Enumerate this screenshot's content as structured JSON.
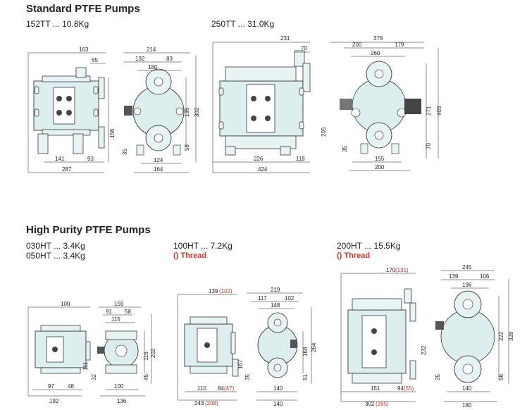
{
  "sections": {
    "standard": {
      "title": "Standard PTFE Pumps",
      "models": [
        {
          "label": "152TT ... 10.8Kg"
        },
        {
          "label": "250TT ... 31.0Kg"
        }
      ]
    },
    "high_purity": {
      "title": "High Purity PTFE Pumps",
      "models": [
        {
          "label": "030HT ... 3.4Kg"
        },
        {
          "label": "050HT ... 3.4Kg"
        },
        {
          "label": "100HT ... 7.2Kg"
        },
        {
          "label": "200HT ... 15.5Kg"
        }
      ],
      "thread_note": "() Thread"
    }
  },
  "dimensions": {
    "p152_front": {
      "top": "163",
      "in": "65",
      "b1": "141",
      "b2": "93",
      "overall": "287",
      "h": "156"
    },
    "p152_side": {
      "w1": "214",
      "w2": "132",
      "w3": "83",
      "w4": "180",
      "h1": "195",
      "h2": "302",
      "b1": "124",
      "b2": "164",
      "l": "35",
      "r": "58"
    },
    "p250_front": {
      "top": "231",
      "in": "70",
      "b1": "226",
      "b2": "118",
      "overall": "424",
      "h": "205"
    },
    "p250_side": {
      "w1": "378",
      "w2": "200",
      "w3": "179",
      "w4": "260",
      "h1": "271",
      "h2": "403",
      "b1": "155",
      "b2": "200",
      "l": "35",
      "r": "70"
    },
    "p030_front": {
      "top": "100",
      "b1": "97",
      "b2": "48",
      "overall": "192",
      "h": "111"
    },
    "p030_side": {
      "w1": "159",
      "w2": "91",
      "w3": "58",
      "w4": "115",
      "h1": "116",
      "h2": "202",
      "b1": "100",
      "b2": "136",
      "l": "32",
      "r": "45"
    },
    "p100_front": {
      "top": "139",
      "top_t": "(102)",
      "b1": "110",
      "b2": "84",
      "b2_t": "(47)",
      "overall": "243",
      "overall_t": "(208)",
      "h": "167"
    },
    "p100_side": {
      "w1": "219",
      "w2": "117",
      "w3": "102",
      "w4": "148",
      "h1": "168",
      "h2": "264",
      "b1": "140",
      "b2": "140",
      "l": "35",
      "r": "51"
    },
    "p200_front": {
      "top": "170",
      "top_t": "(131)",
      "b1": "151",
      "b2": "94",
      "b2_t": "(55)",
      "overall": "302",
      "overall_t": "(265)",
      "h": "232"
    },
    "p200_side": {
      "w1": "245",
      "w2": "139",
      "w3": "106",
      "w4": "196",
      "h1": "222",
      "h2": "328",
      "b1": "140",
      "b2": "180",
      "l": "35",
      "r": "56"
    }
  }
}
